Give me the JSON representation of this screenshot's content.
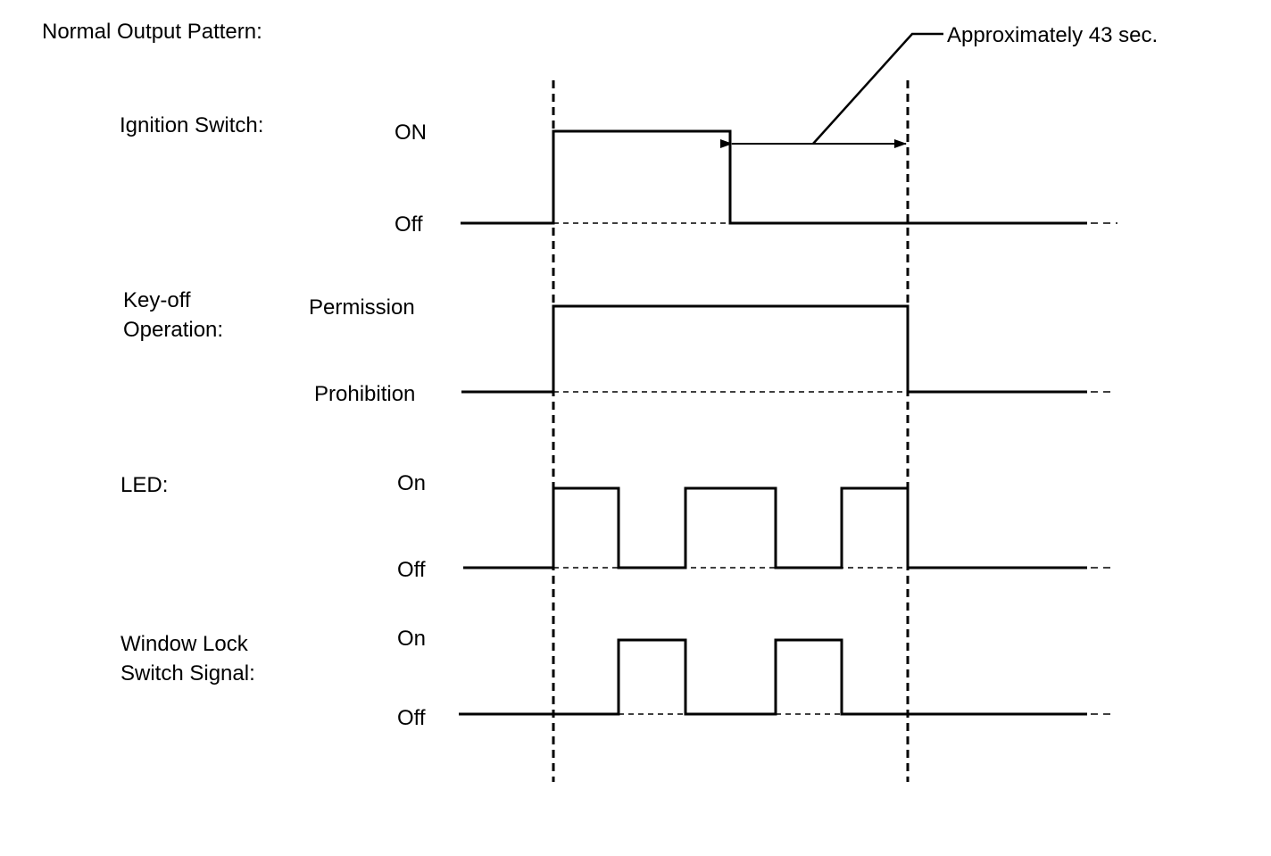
{
  "title": "Normal Output Pattern:",
  "duration_label": "Approximately 43 sec.",
  "signals": [
    {
      "name": "Ignition Switch:",
      "high_label": "ON",
      "low_label": "Off"
    },
    {
      "name_line1": "Key-off",
      "name_line2": "Operation:",
      "high_label": "Permission",
      "low_label": "Prohibition"
    },
    {
      "name": "LED:",
      "high_label": "On",
      "low_label": "Off"
    },
    {
      "name_line1": "Window Lock",
      "name_line2": "Switch Signal:",
      "high_label": "On",
      "low_label": "Off"
    }
  ]
}
